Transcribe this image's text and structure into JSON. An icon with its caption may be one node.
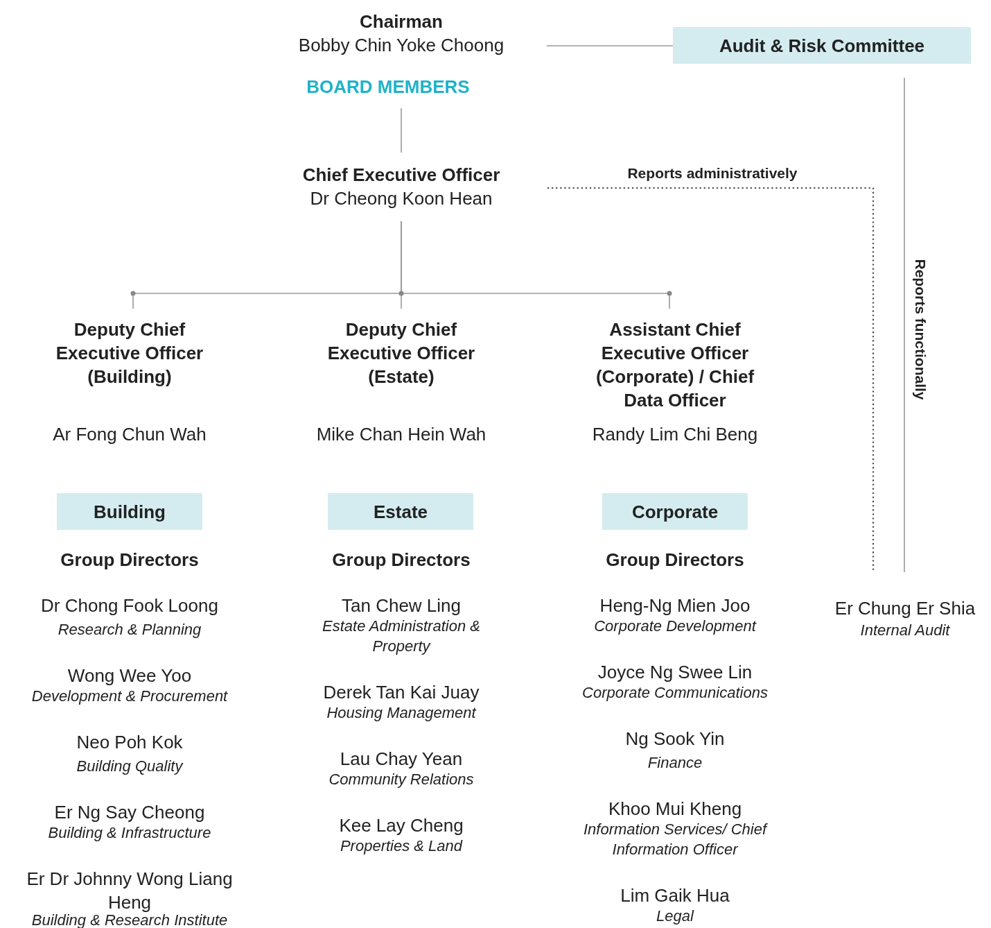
{
  "diagram": {
    "nodes": [
      {
        "text": [
          "Chairman",
          "Bobby Chin Yoke Choong"
        ]
      },
      {
        "text": [
          "Audit & Risk Committee"
        ]
      },
      {
        "text": [
          "BOARD MEMBERS"
        ]
      },
      {
        "text": [
          "Chief Executive Officer",
          "Dr Cheong Koon Hean"
        ]
      },
      {
        "text": [
          "Deputy Chief Executive Officer (Building)",
          "Ar Fong Chun Wah"
        ]
      },
      {
        "text": [
          "Deputy Chief Executive Officer (Estate)",
          "Mike Chan Hein Wah"
        ]
      },
      {
        "text": [
          "Assistant Chief Executive Officer (Corporate) / Chief Data Officer",
          "Randy Lim Chi Beng"
        ]
      },
      {
        "text": [
          "Building"
        ]
      },
      {
        "text": [
          "Estate"
        ]
      },
      {
        "text": [
          "Corporate"
        ]
      },
      {
        "text": [
          "Er Chung Er Shia",
          "Internal Audit"
        ]
      }
    ],
    "edges": [
      {
        "from": 0,
        "to": 1,
        "arrow": "none"
      },
      {
        "from": 2,
        "to": 3,
        "arrow": "none"
      },
      {
        "from": 3,
        "to": 4,
        "arrow": "none"
      },
      {
        "from": 3,
        "to": 5,
        "arrow": "none"
      },
      {
        "from": 3,
        "to": 6,
        "arrow": "none"
      },
      {
        "from": 3,
        "to": 10,
        "arrow": "none",
        "label": "Reports administratively",
        "style": "dashed"
      },
      {
        "from": 1,
        "to": 10,
        "arrow": "none",
        "label": "Reports functionally"
      }
    ],
    "labels": [
      "Group Directors",
      "Dr Chong Fook Loong",
      "Research & Planning",
      "Wong Wee Yoo",
      "Development & Procurement",
      "Neo Poh Kok",
      "Building Quality",
      "Er Ng Say Cheong",
      "Building & Infrastructure",
      "Er Dr Johnny Wong Liang Heng",
      "Building & Research Institute",
      "Group Directors",
      "Tan Chew Ling",
      "Estate Administration & Property",
      "Derek Tan Kai Juay",
      "Housing Management",
      "Lau Chay Yean",
      "Community Relations",
      "Kee Lay Cheng",
      "Properties & Land",
      "Group Directors",
      "Heng-Ng Mien Joo",
      "Corporate Development",
      "Joyce Ng Swee Lin",
      "Corporate Communications",
      "Ng Sook Yin",
      "Finance",
      "Khoo Mui Kheng",
      "Information Services/ Chief Information Officer",
      "Lim Gaik Hua",
      "Legal"
    ]
  }
}
